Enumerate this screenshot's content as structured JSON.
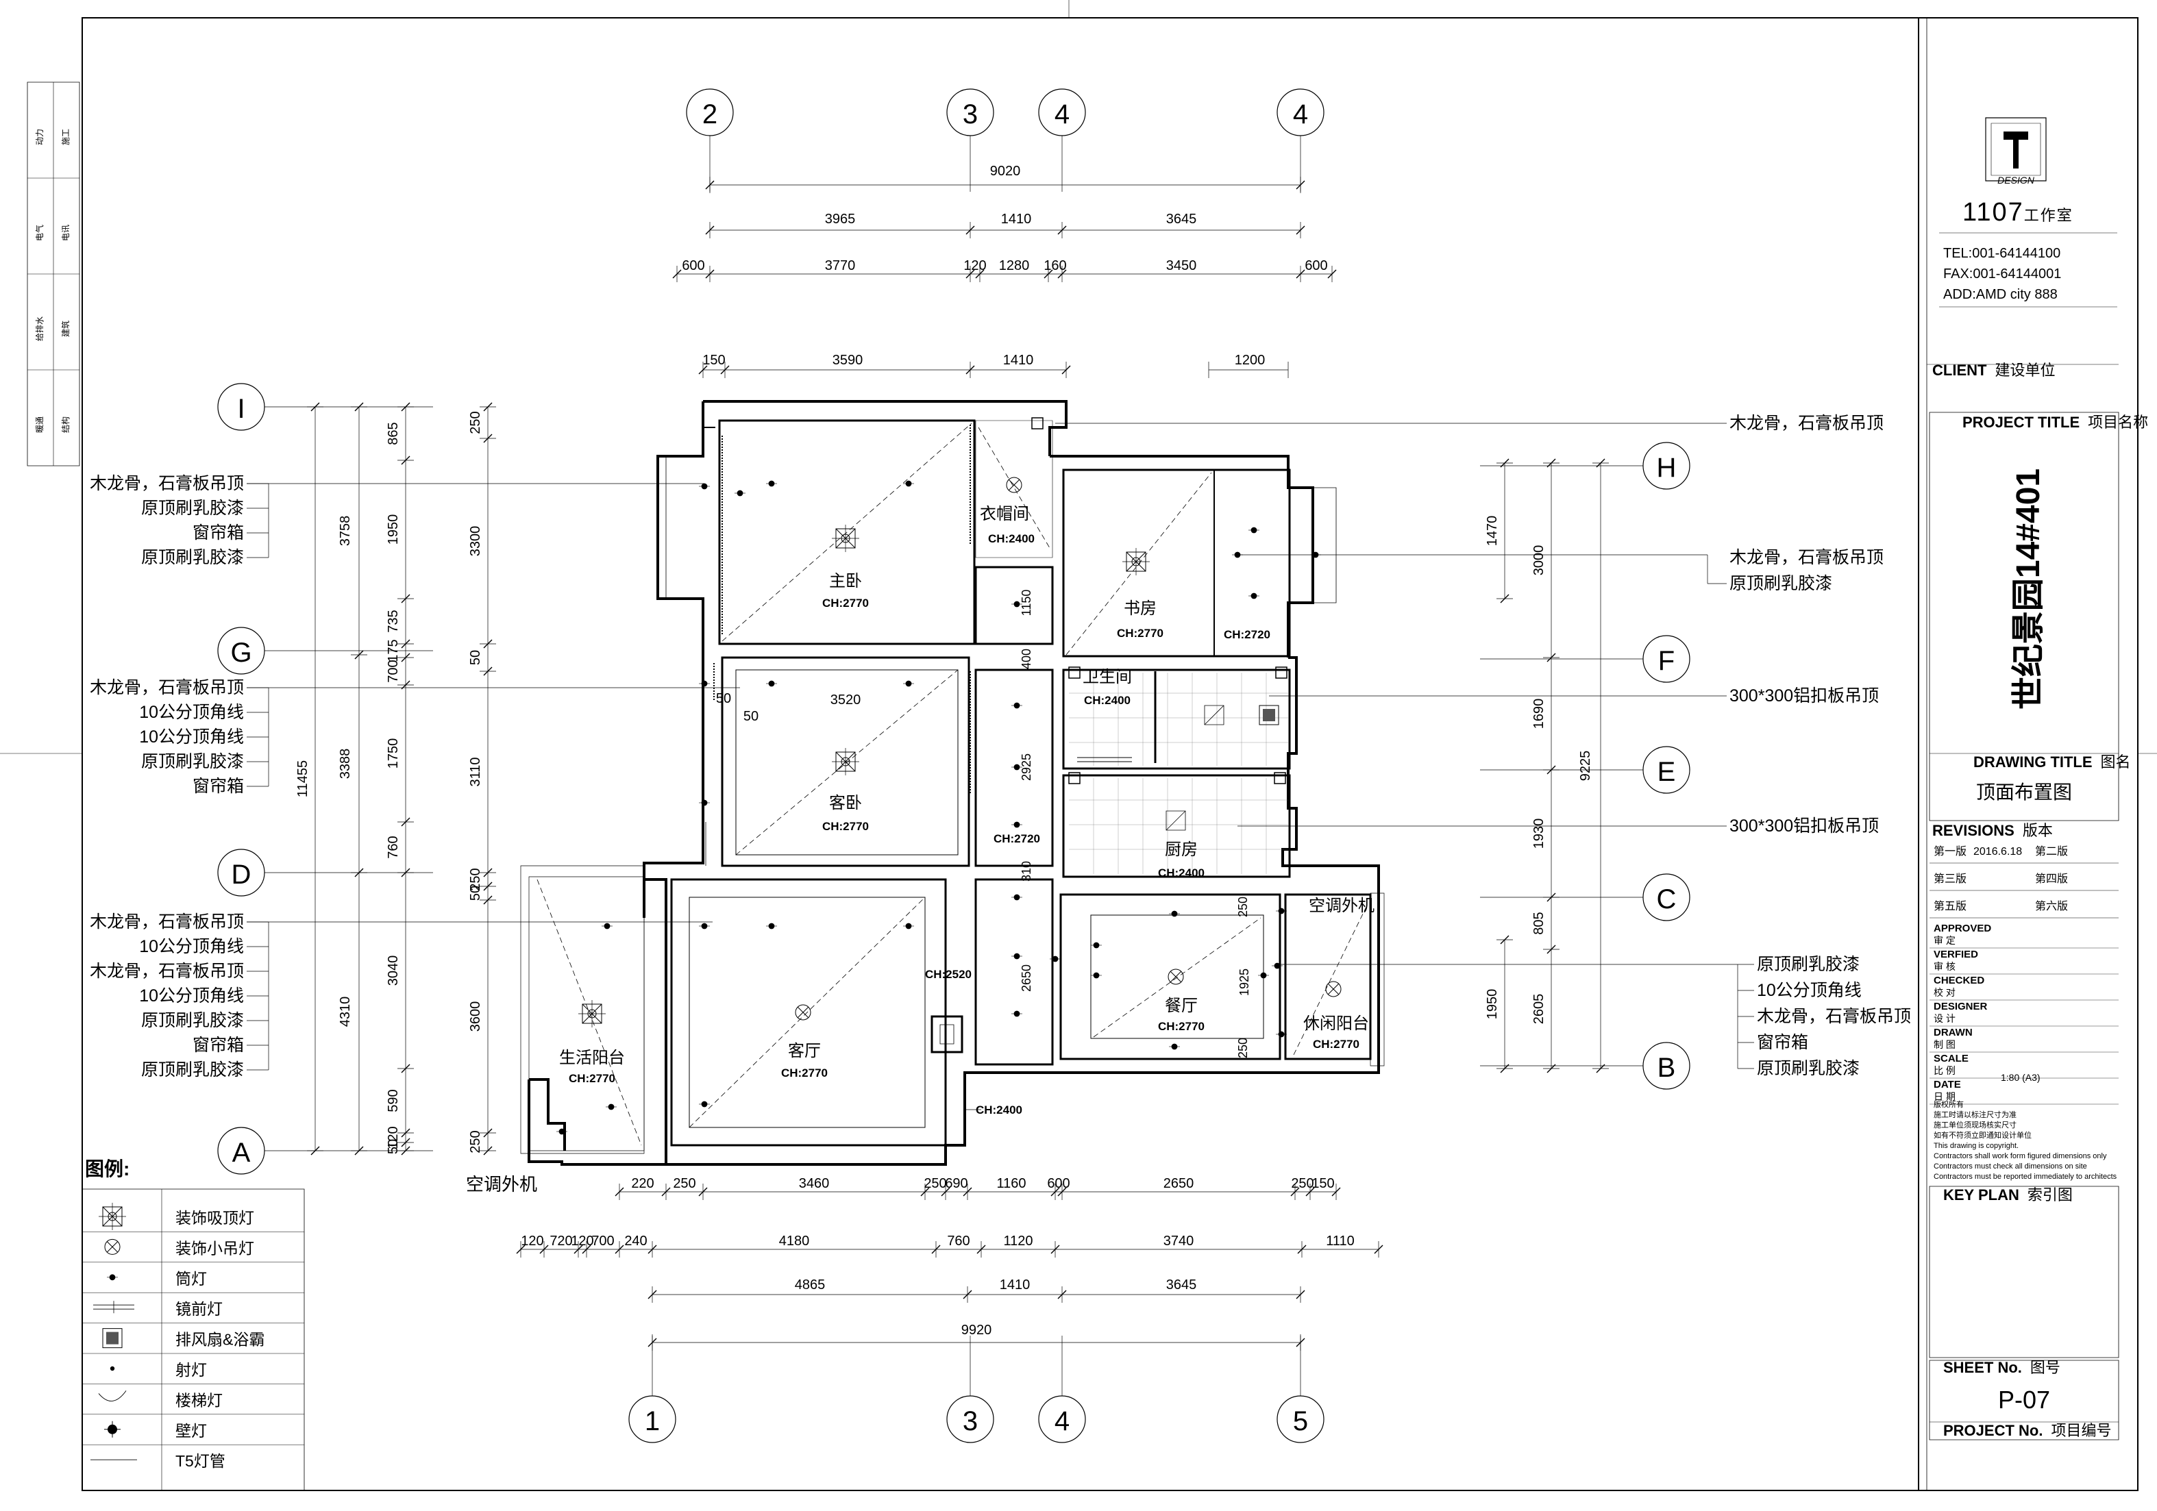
{
  "title_block": {
    "studio": "1107",
    "studio_suffix": "工作室",
    "logo_text": "DESIGN",
    "tel": "TEL:001-64144100",
    "fax": "FAX:001-64144001",
    "add": "ADD:AMD city 888",
    "client_label": "CLIENT",
    "client_cn": "建设单位",
    "project_title_label": "PROJECT TITLE",
    "project_title_cn": "项目名称",
    "project_name": "世纪景园14#401",
    "drawing_title_label": "DRAWING TITLE",
    "drawing_title_cn": "图名",
    "drawing_name": "顶面布置图",
    "revisions_label": "REVISIONS",
    "revisions_cn": "版本",
    "rev1": "第一版",
    "rev1_date": "2016.6.18",
    "rev2": "第二版",
    "rev3": "第三版",
    "rev4": "第四版",
    "rev5": "第五版",
    "rev6": "第六版",
    "approved_label": "APPROVED",
    "approved_cn": "审  定",
    "verified_label": "VERFIED",
    "verified_cn": "审  核",
    "checked_label": "CHECKED",
    "checked_cn": "校  对",
    "designer_label": "DESIGNER",
    "designer_cn": "设  计",
    "drawn_label": "DRAWN",
    "drawn_cn": "制  图",
    "scale_label": "SCALE",
    "scale_cn": "比  例",
    "scale_value": "1:80 (A3)",
    "date_label": "DATE",
    "date_cn": "日  期",
    "notes": [
      "版权所有",
      "施工时请以标注尺寸为准",
      "施工单位须现场核实尺寸",
      "如有不符须立即通知设计单位",
      "This drawing is copyright.",
      "Contractors shall work form figured dimensions only",
      "Contractors must check all dimensions on site",
      "Contractors must be reported immediately to architects"
    ],
    "key_plan_label": "KEY PLAN",
    "key_plan_cn": "索引图",
    "sheet_no_label": "SHEET No.",
    "sheet_no_cn": "图号",
    "sheet_no": "P-07",
    "project_no_label": "PROJECT No.",
    "project_no_cn": "项目编号"
  },
  "side_strip": [
    "暖通",
    "结构",
    "给排水",
    "建筑",
    "电气",
    "电讯",
    "动力",
    "施工"
  ],
  "axes": {
    "top": [
      "2",
      "3",
      "4",
      "4"
    ],
    "bottom": [
      "1",
      "3",
      "4",
      "5"
    ],
    "left": [
      "I",
      "G",
      "D",
      "A"
    ],
    "right": [
      "H",
      "F",
      "E",
      "C",
      "B"
    ]
  },
  "dims_top": {
    "total": "9020",
    "row2": [
      "3965",
      "1410",
      "3645"
    ],
    "row3": [
      "600",
      "3770",
      "120",
      "1280",
      "160",
      "3450",
      "600"
    ],
    "row4": [
      "150",
      "3590",
      "1410",
      "1200"
    ]
  },
  "dims_bottom": {
    "row1": [
      "220",
      "250",
      "3460",
      "250",
      "690",
      "1160",
      "600",
      "2650",
      "250",
      "150"
    ],
    "row2": [
      "120",
      "720",
      "120",
      "700",
      "240",
      "4180",
      "760",
      "1120",
      "3740",
      "1110"
    ],
    "row3": [
      "4865",
      "1410",
      "3645"
    ],
    "total": "9920"
  },
  "dims_left": {
    "total": "11455",
    "row2": [
      "3758",
      "3388",
      "4310"
    ],
    "row3": [
      "865",
      "1950",
      "735",
      "175",
      "700",
      "1750",
      "760",
      "3040",
      "590",
      "120",
      "50"
    ],
    "row4": [
      "250",
      "3300",
      "50",
      "3110",
      "250",
      "50",
      "3600",
      "250"
    ]
  },
  "dims_right": {
    "total": "9225",
    "row2": [
      "3000",
      "1690",
      "1930",
      "805",
      "2605"
    ],
    "row3": [
      "1470",
      "1950"
    ]
  },
  "rooms": [
    {
      "name": "主卧",
      "ch": "CH:2770"
    },
    {
      "name": "衣帽间",
      "ch": "CH:2400"
    },
    {
      "name": "书房",
      "ch": "CH:2770"
    },
    {
      "name": "",
      "ch": "CH:2720"
    },
    {
      "name": "卫生间",
      "ch": "CH:2400"
    },
    {
      "name": "客卧",
      "ch": "CH:2770"
    },
    {
      "name": "",
      "ch": "CH:2720"
    },
    {
      "name": "厨房",
      "ch": "CH:2400"
    },
    {
      "name": "客厅",
      "ch": "CH:2770"
    },
    {
      "name": "",
      "ch": "CH:2520"
    },
    {
      "name": "餐厅",
      "ch": "CH:2770"
    },
    {
      "name": "生活阳台",
      "ch": "CH:2770"
    },
    {
      "name": "休闲阳台",
      "ch": "CH:2770"
    },
    {
      "name": "",
      "ch": "CH:2400"
    }
  ],
  "inner_dims": [
    "3520",
    "50",
    "50",
    "1150",
    "400",
    "2925",
    "310",
    "2650",
    "1925",
    "250",
    "250"
  ],
  "notes_left": {
    "g1": [
      "木龙骨，石膏板吊顶",
      "原顶刷乳胶漆",
      "窗帘箱",
      "原顶刷乳胶漆"
    ],
    "g2": [
      "木龙骨，石膏板吊顶",
      "10公分顶角线",
      "10公分顶角线",
      "原顶刷乳胶漆",
      "窗帘箱"
    ],
    "g3": [
      "木龙骨，石膏板吊顶",
      "10公分顶角线",
      "木龙骨，石膏板吊顶",
      "10公分顶角线",
      "原顶刷乳胶漆",
      "窗帘箱",
      "原顶刷乳胶漆"
    ]
  },
  "notes_right": {
    "r1": "木龙骨，石膏板吊顶",
    "r2": [
      "木龙骨，石膏板吊顶",
      "原顶刷乳胶漆"
    ],
    "r3": "300*300铝扣板吊顶",
    "r4": "300*300铝扣板吊顶",
    "r5": [
      "原顶刷乳胶漆",
      "10公分顶角线",
      "木龙骨，石膏板吊顶",
      "窗帘箱",
      "原顶刷乳胶漆"
    ]
  },
  "ac_labels": [
    "空调外机",
    "空调外机"
  ],
  "legend": {
    "title": "图例:",
    "items": [
      {
        "icon": "decorative-ceiling-lamp-icon",
        "label": "装饰吸顶灯"
      },
      {
        "icon": "decorative-pendant-lamp-icon",
        "label": "装饰小吊灯"
      },
      {
        "icon": "downlight-icon",
        "label": "筒灯"
      },
      {
        "icon": "mirror-light-icon",
        "label": "镜前灯"
      },
      {
        "icon": "exhaust-fan-heater-icon",
        "label": "排风扇&浴霸"
      },
      {
        "icon": "spotlight-icon",
        "label": "射灯"
      },
      {
        "icon": "stair-light-icon",
        "label": "楼梯灯"
      },
      {
        "icon": "wall-lamp-icon",
        "label": "壁灯"
      },
      {
        "icon": "t5-tube-icon",
        "label": "T5灯管"
      }
    ]
  }
}
